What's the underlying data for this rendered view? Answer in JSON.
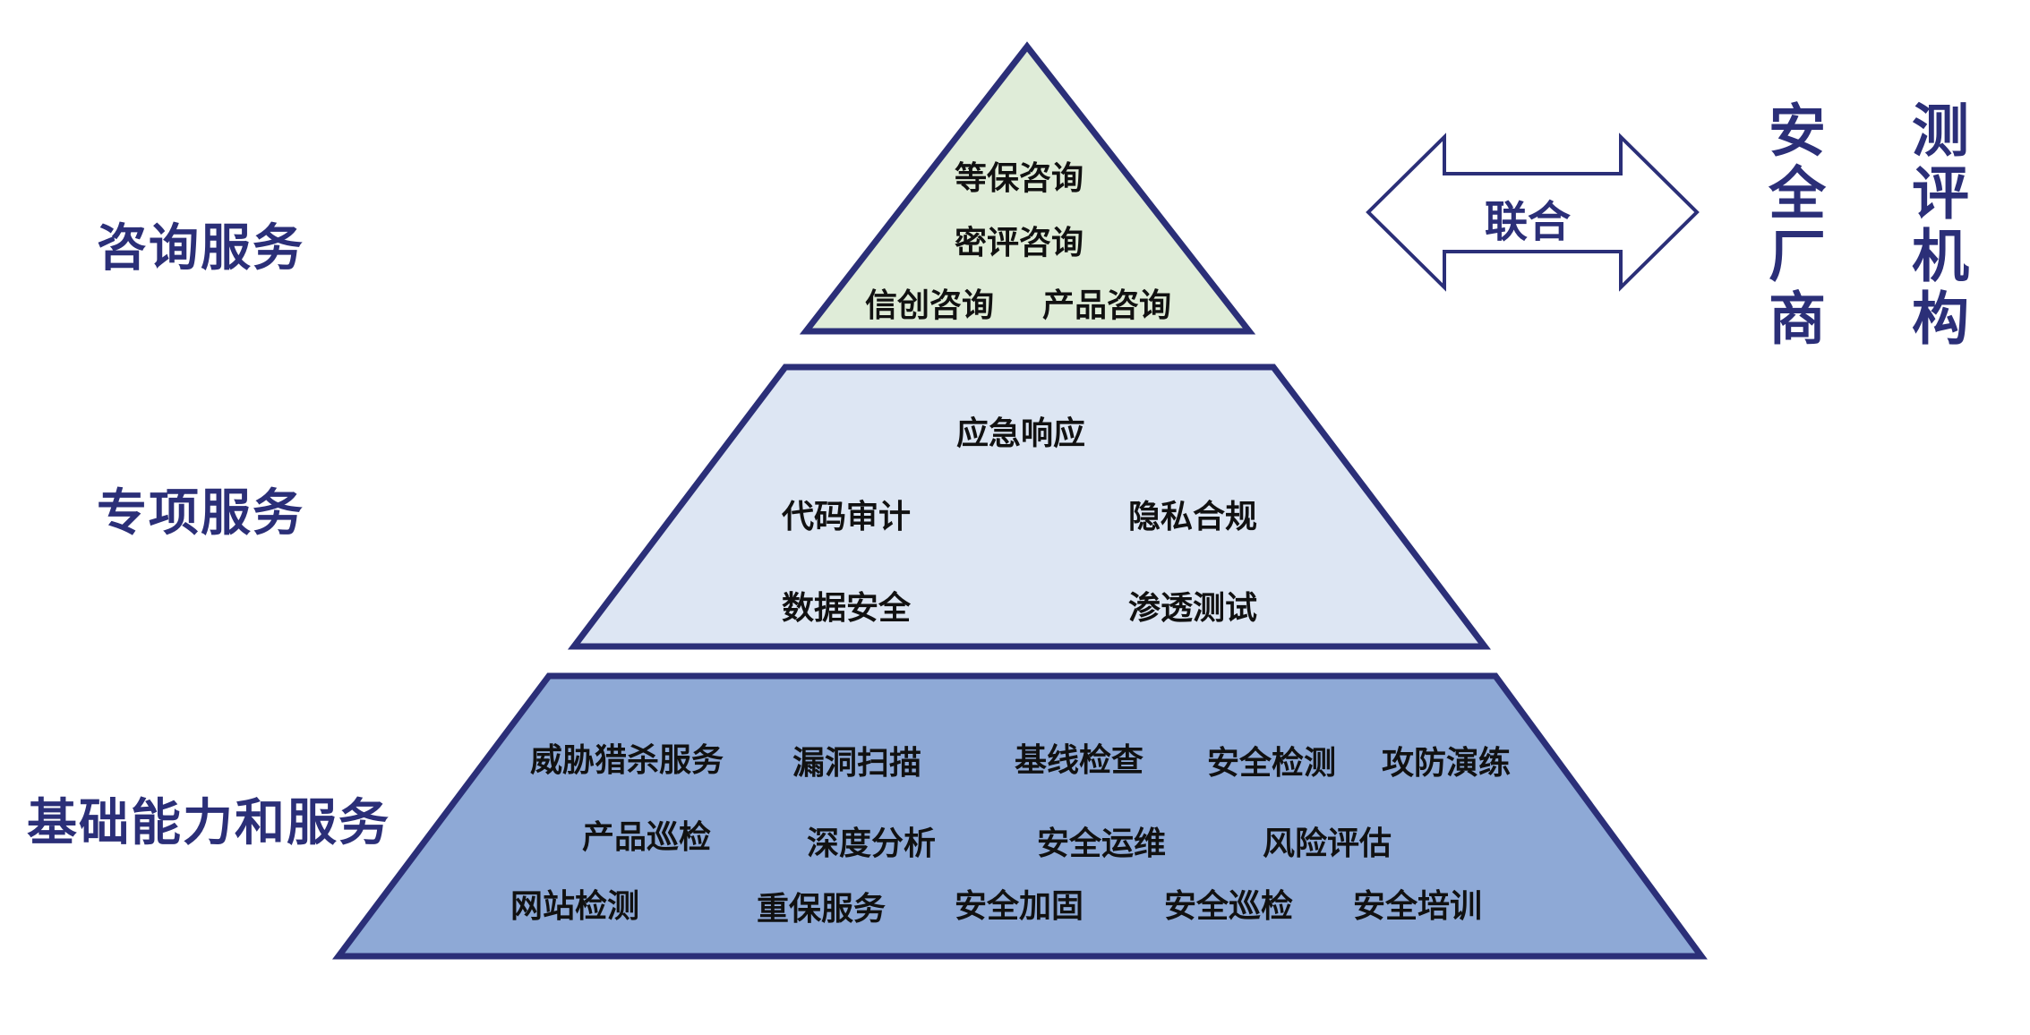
{
  "tiers": {
    "consulting": {
      "label": "咨询服务",
      "fill": "#dfecd8",
      "items": [
        "等保咨询",
        "密评咨询",
        "信创咨询",
        "产品咨询"
      ]
    },
    "special": {
      "label": "专项服务",
      "fill": "#dde6f3",
      "items": [
        "应急响应",
        "代码审计",
        "隐私合规",
        "数据安全",
        "渗透测试"
      ]
    },
    "basic": {
      "label": "基础能力和服务",
      "fill": "#8ea9d6",
      "items": [
        "威胁猎杀服务",
        "漏洞扫描",
        "基线检查",
        "安全检测",
        "攻防演练",
        "产品巡检",
        "深度分析",
        "安全运维",
        "风险评估",
        "网站检测",
        "重保服务",
        "安全加固",
        "安全巡检",
        "安全培训"
      ]
    }
  },
  "arrow": {
    "label": "联合"
  },
  "partners": {
    "vendor": "安全厂商",
    "agency": "测评机构"
  },
  "colors": {
    "outline": "#2b2f78",
    "label": "#2b2f78",
    "text": "#111111"
  }
}
